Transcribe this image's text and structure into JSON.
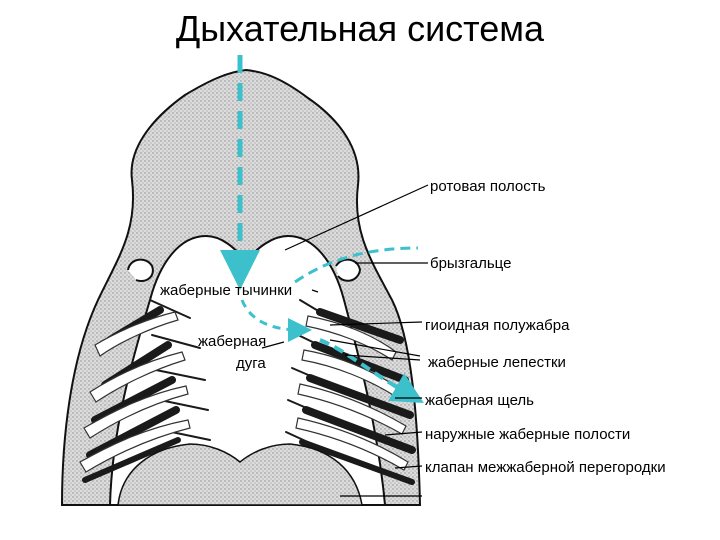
{
  "title": "Дыхательная система",
  "labels": {
    "oral_cavity": "ротовая полость",
    "spiracle": "брызгальце",
    "gill_rakers": "жаберные тычинки",
    "gill_arch_line1": "жаберная",
    "gill_arch_line2": "дуга",
    "hyoid_hemibranch": "гиоидная полужабра",
    "gill_filaments": "жаберные лепестки",
    "gill_slit": "жаберная щель",
    "outer_gill_cavities": "наружные жаберные полости",
    "interbranchial_septum_valve": "клапан межжаберной перегородки"
  },
  "colors": {
    "water_flow": "#3cc1cc",
    "tissue": "#d4d4d4",
    "outline": "#111111",
    "gill_bar": "#1a1a1a"
  }
}
